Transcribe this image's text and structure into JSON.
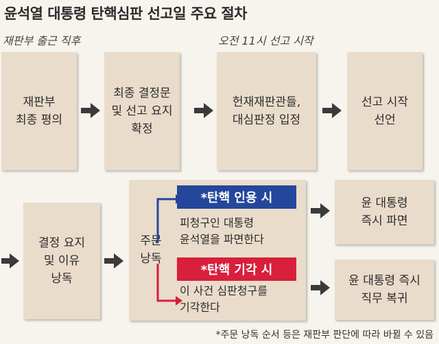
{
  "title": "윤석열 대통령 탄핵심판 선고일 주요 절차",
  "row1": {
    "time_left": "재판부 출근 직후",
    "time_right": "오전 11시 선고 시작",
    "steps": [
      "재판부\n최종 평의",
      "최종 결정문\n및 선고 요지\n확정",
      "헌재재판관들,\n대심판정 입정",
      "선고 시작\n선언"
    ]
  },
  "row2": {
    "reason_step": "결정 요지\n및 이유\n낭독",
    "main_text_step": "주문\n낭독",
    "branches": [
      {
        "badge": "*탄핵 인용 시",
        "badge_color": "#25479b",
        "description": "피청구인 대통령\n윤석열을 파면한다",
        "result": "윤 대통령\n즉시 파면"
      },
      {
        "badge": "*탄핵 기각 시",
        "badge_color": "#d81f3c",
        "description": "이 사건 심판청구를\n기각한다",
        "result": "윤 대통령 즉시\n직무 복귀"
      }
    ]
  },
  "colors": {
    "box": "#e9dccb",
    "arrow": "#3a3a3a",
    "accept_line": "#25479b",
    "reject_line": "#d81f3c"
  },
  "footnote": "*주문 낭독 순서 등은 재판부 판단에 따라 바뀔 수 있음"
}
